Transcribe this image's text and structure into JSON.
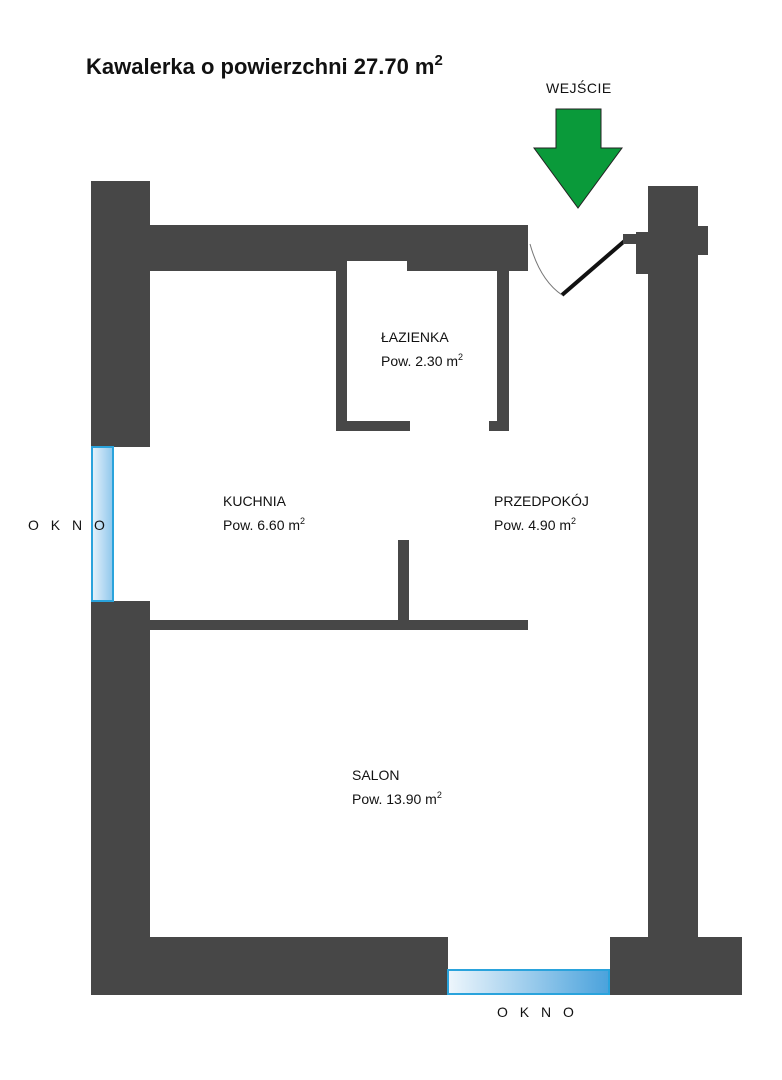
{
  "title": {
    "text": "Kawalerka o powierzchni 27.70 m",
    "sup": "2"
  },
  "entry": {
    "label": "WEJŚCIE",
    "arrow_color": "#0a9a3a"
  },
  "windows": [
    {
      "label": "O K N O"
    },
    {
      "label": "O K N O"
    }
  ],
  "rooms": {
    "bathroom": {
      "name": "ŁAZIENKA",
      "area": "Pow. 2.30 m",
      "sup": "2"
    },
    "kitchen": {
      "name": "KUCHNIA",
      "area": "Pow. 6.60 m",
      "sup": "2"
    },
    "hallway": {
      "name": "PRZEDPOKÓJ",
      "area": "Pow. 4.90 m",
      "sup": "2"
    },
    "living": {
      "name": "SALON",
      "area": "Pow. 13.90 m",
      "sup": "2"
    }
  },
  "colors": {
    "wall": "#474747",
    "window_fill": "#cfe5f5",
    "window_stroke": "#2aa3dc"
  }
}
